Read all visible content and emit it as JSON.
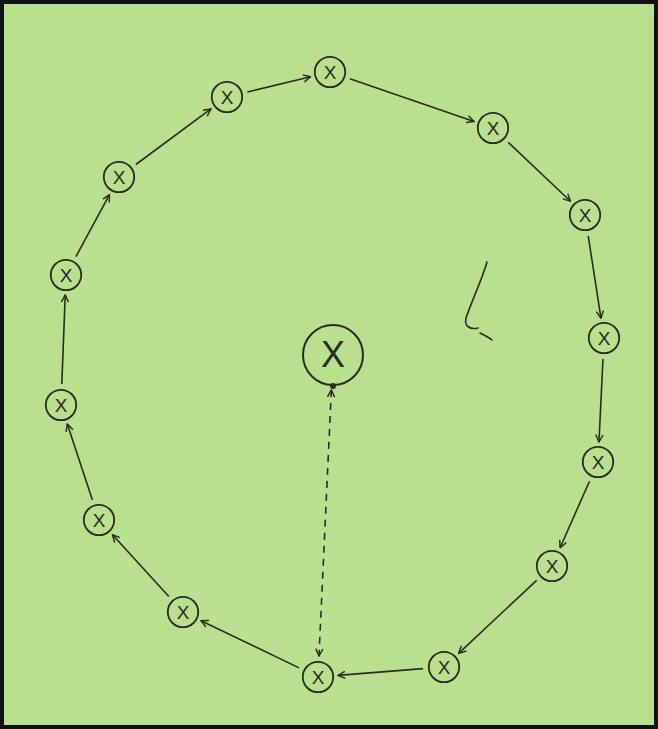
{
  "diagram": {
    "nodes": [
      {
        "text": [
          "X"
        ]
      },
      {
        "text": [
          "X"
        ]
      },
      {
        "text": [
          "X"
        ]
      },
      {
        "text": [
          "X"
        ]
      },
      {
        "text": [
          "X"
        ]
      },
      {
        "text": [
          "X"
        ]
      },
      {
        "text": [
          "X"
        ]
      },
      {
        "text": [
          "X"
        ]
      },
      {
        "text": [
          "X"
        ]
      },
      {
        "text": [
          "X"
        ]
      },
      {
        "text": [
          "X"
        ]
      },
      {
        "text": [
          "X"
        ]
      },
      {
        "text": [
          "X"
        ]
      },
      {
        "text": [
          "X"
        ]
      },
      {
        "text": [
          "X"
        ]
      }
    ],
    "edges": [
      {
        "from": 0,
        "to": 1,
        "arrow": "to"
      },
      {
        "from": 1,
        "to": 2,
        "arrow": "to"
      },
      {
        "from": 2,
        "to": 3,
        "arrow": "to"
      },
      {
        "from": 3,
        "to": 4,
        "arrow": "to"
      },
      {
        "from": 4,
        "to": 5,
        "arrow": "to"
      },
      {
        "from": 5,
        "to": 6,
        "arrow": "to"
      },
      {
        "from": 6,
        "to": 7,
        "arrow": "to"
      },
      {
        "from": 7,
        "to": 8,
        "arrow": "to"
      },
      {
        "from": 8,
        "to": 9,
        "arrow": "to"
      },
      {
        "from": 9,
        "to": 10,
        "arrow": "to"
      },
      {
        "from": 10,
        "to": 11,
        "arrow": "to"
      },
      {
        "from": 11,
        "to": 12,
        "arrow": "to"
      },
      {
        "from": 12,
        "to": 13,
        "arrow": "to"
      },
      {
        "from": 13,
        "to": 0,
        "arrow": "to"
      },
      {
        "from": 14,
        "to": 7,
        "arrow": "both"
      }
    ]
  }
}
